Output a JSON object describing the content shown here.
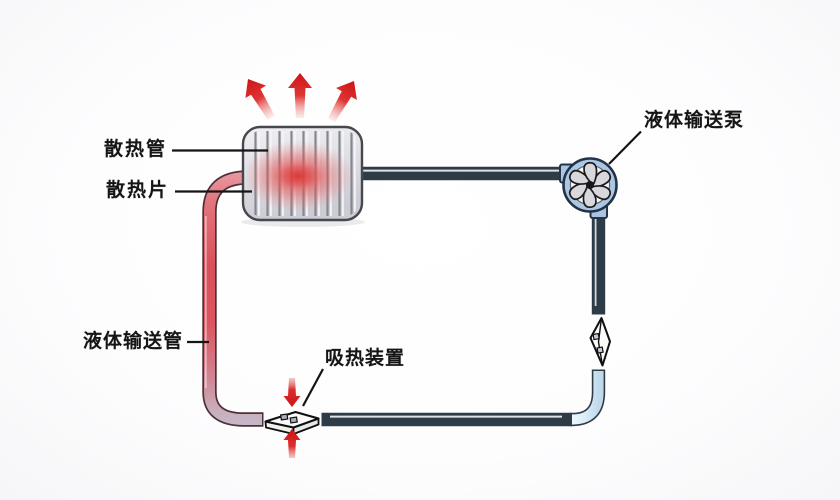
{
  "labels": {
    "radiator_pipe": "散热管",
    "radiator_fin": "散热片",
    "liquid_pipe": "液体输送管",
    "heat_absorber": "吸热装置",
    "pump": "液体输送泵"
  },
  "colors": {
    "hot_pipe": "#d94f59",
    "hot_pipe_light": "#f0b4bc",
    "cold_pipe_fill": "#d6eaf5",
    "pipe_outline": "#2e3c48",
    "heat_arrow_red": "#d81c1c",
    "radiator_body": "#dcdde2",
    "radiator_border": "#47474e",
    "pump_body": "#abc7e3",
    "device_fill": "#fbfbfa",
    "label_text": "#151515",
    "background": "#fcfcfd"
  }
}
